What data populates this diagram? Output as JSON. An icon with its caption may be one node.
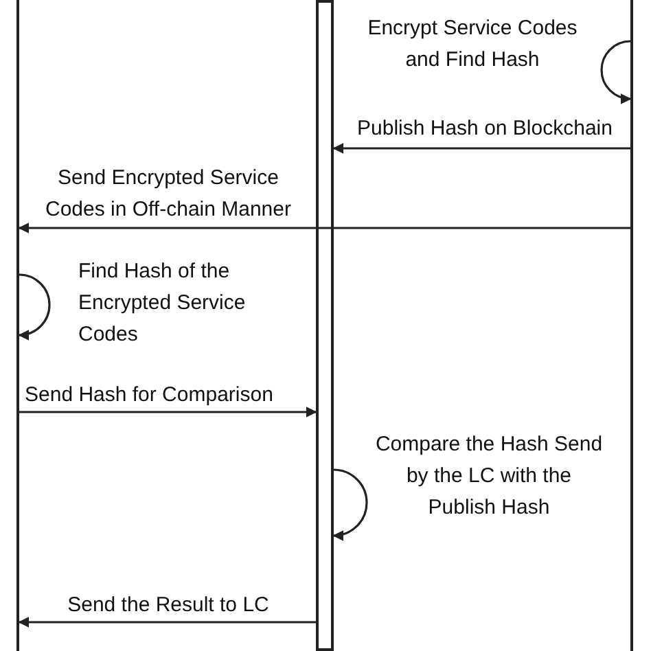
{
  "diagram": {
    "nodes": [
      {
        "text": [],
        "shape": "bar"
      },
      {
        "text": [],
        "shape": "bar"
      },
      {
        "text": [],
        "shape": "bar"
      }
    ],
    "edges": [
      {
        "from": 2,
        "to": 2,
        "arrow": "to",
        "label": "Encrypt Service Codes and Find Hash"
      },
      {
        "from": 2,
        "to": 1,
        "arrow": "to",
        "label": "Publish Hash on Blockchain"
      },
      {
        "from": 2,
        "to": 0,
        "arrow": "to",
        "label": "Send Encrypted Service Codes in Off-chain Manner"
      },
      {
        "from": 0,
        "to": 0,
        "arrow": "to",
        "label": "Find Hash of the Encrypted Service Codes"
      },
      {
        "from": 0,
        "to": 1,
        "arrow": "to",
        "label": "Send Hash for Comparison"
      },
      {
        "from": 1,
        "to": 1,
        "arrow": "to",
        "label": "Compare the Hash Send by the LC with the Publish Hash"
      },
      {
        "from": 1,
        "to": 0,
        "arrow": "to",
        "label": "Send the Result to LC"
      }
    ]
  }
}
